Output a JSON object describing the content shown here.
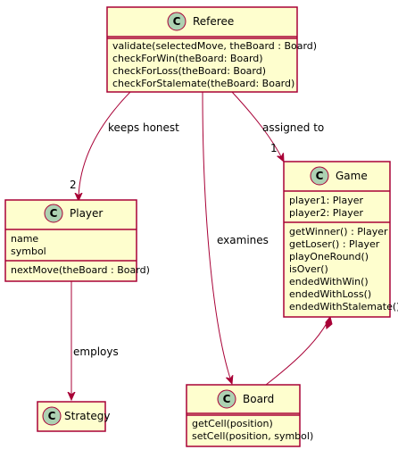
{
  "classes": {
    "referee": {
      "name": "Referee",
      "stereotype": "C",
      "attributes": [],
      "methods": [
        "validate(selectedMove, theBoard : Board)",
        "checkForWin(theBoard: Board)",
        "checkForLoss(theBoard: Board)",
        "checkForStalemate(theBoard: Board)"
      ]
    },
    "player": {
      "name": "Player",
      "stereotype": "C",
      "attributes": [
        "name",
        "symbol"
      ],
      "methods": [
        "nextMove(theBoard : Board)"
      ]
    },
    "game": {
      "name": "Game",
      "stereotype": "C",
      "attributes": [
        "player1: Player",
        "player2: Player"
      ],
      "methods": [
        "getWinner() : Player",
        "getLoser() : Player",
        "playOneRound()",
        "isOver()",
        "endedWithWin()",
        "endedWithLoss()",
        "endedWithStalemate()"
      ]
    },
    "strategy": {
      "name": "Strategy",
      "stereotype": "C"
    },
    "board": {
      "name": "Board",
      "stereotype": "C",
      "attributes": [],
      "methods": [
        "getCell(position)",
        "setCell(position, symbol)"
      ]
    }
  },
  "relations": {
    "keeps_honest": {
      "label": "keeps honest",
      "multiplicity": "2"
    },
    "assigned_to": {
      "label": "assigned to",
      "multiplicity": "1"
    },
    "examines": {
      "label": "examines"
    },
    "employs": {
      "label": "employs"
    }
  },
  "colors": {
    "class_fill": "#FEFECE",
    "border": "#A80036",
    "icon_fill": "#ADD1B2",
    "text": "#000000"
  }
}
